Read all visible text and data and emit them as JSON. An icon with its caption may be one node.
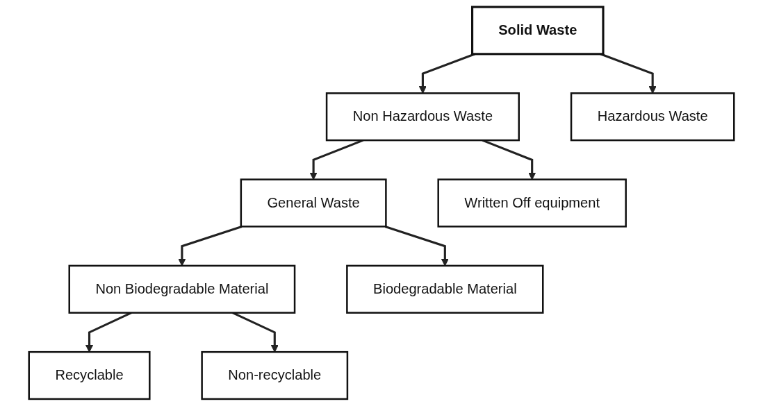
{
  "diagram": {
    "nodes": [
      {
        "text": [
          "Solid Waste"
        ]
      },
      {
        "text": [
          "Non Hazardous Waste"
        ]
      },
      {
        "text": [
          "Hazardous Waste"
        ]
      },
      {
        "text": [
          "General Waste"
        ]
      },
      {
        "text": [
          "Written Off equipment"
        ]
      },
      {
        "text": [
          "Non Biodegradable Material"
        ]
      },
      {
        "text": [
          "Biodegradable Material"
        ]
      },
      {
        "text": [
          "Recyclable"
        ]
      },
      {
        "text": [
          "Non-recyclable"
        ]
      }
    ],
    "edges": [
      {
        "from": 0,
        "to": 1,
        "arrow": "to"
      },
      {
        "from": 0,
        "to": 2,
        "arrow": "to"
      },
      {
        "from": 1,
        "to": 3,
        "arrow": "to"
      },
      {
        "from": 1,
        "to": 4,
        "arrow": "to"
      },
      {
        "from": 3,
        "to": 5,
        "arrow": "to"
      },
      {
        "from": 3,
        "to": 6,
        "arrow": "to"
      },
      {
        "from": 5,
        "to": 7,
        "arrow": "to"
      },
      {
        "from": 5,
        "to": 8,
        "arrow": "to"
      }
    ]
  }
}
